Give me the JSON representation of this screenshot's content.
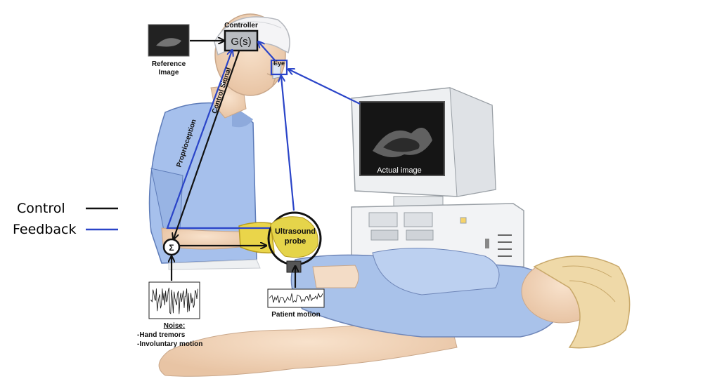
{
  "legend": {
    "control_label": "Control",
    "feedback_label": "Feedback",
    "control_color": "#111111",
    "feedback_color": "#2a44c8"
  },
  "diagram": {
    "controller_title": "Controller",
    "controller_block": "G(s)",
    "reference_label_line1": "Reference",
    "reference_label_line2": "Image",
    "eye_label": "Eye",
    "control_signal_label": "Control Signal",
    "proprioception_label": "Proprioception",
    "summing_symbol": "Σ",
    "probe_label_line1": "Ultrasound",
    "probe_label_line2": "probe",
    "monitor_caption": "Actual image",
    "noise_title": "Noise:",
    "noise_item1": "-Hand tremors",
    "noise_item2": "-Involuntary motion",
    "patient_motion_label": "Patient motion"
  }
}
